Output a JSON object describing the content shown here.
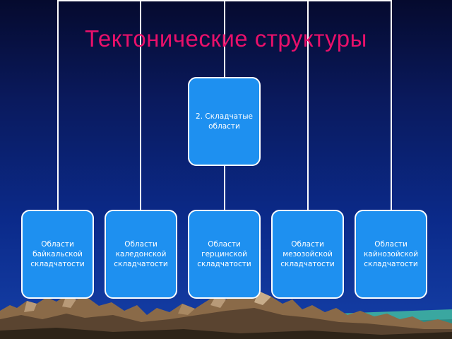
{
  "slide": {
    "title": "Тектонические структуры",
    "colors": {
      "title": "#e8106a",
      "box_fill": "#1e90f0",
      "box_border": "#ffffff",
      "connector": "#ffffff",
      "background_top": "#050a2e",
      "background_bottom": "#1540a8"
    }
  },
  "diagram": {
    "root": {
      "label": "2. Складчатые\nобласти"
    },
    "children": [
      {
        "label": "Области\nбайкальской\nскладчатости"
      },
      {
        "label": "Области\nкаледонской\nскладчатости"
      },
      {
        "label": "Области\nгерцинской\nскладчатости"
      },
      {
        "label": "Области\nмезозойской\nскладчатости"
      },
      {
        "label": "Области\nкайнозойской\nскладчатости"
      }
    ]
  }
}
